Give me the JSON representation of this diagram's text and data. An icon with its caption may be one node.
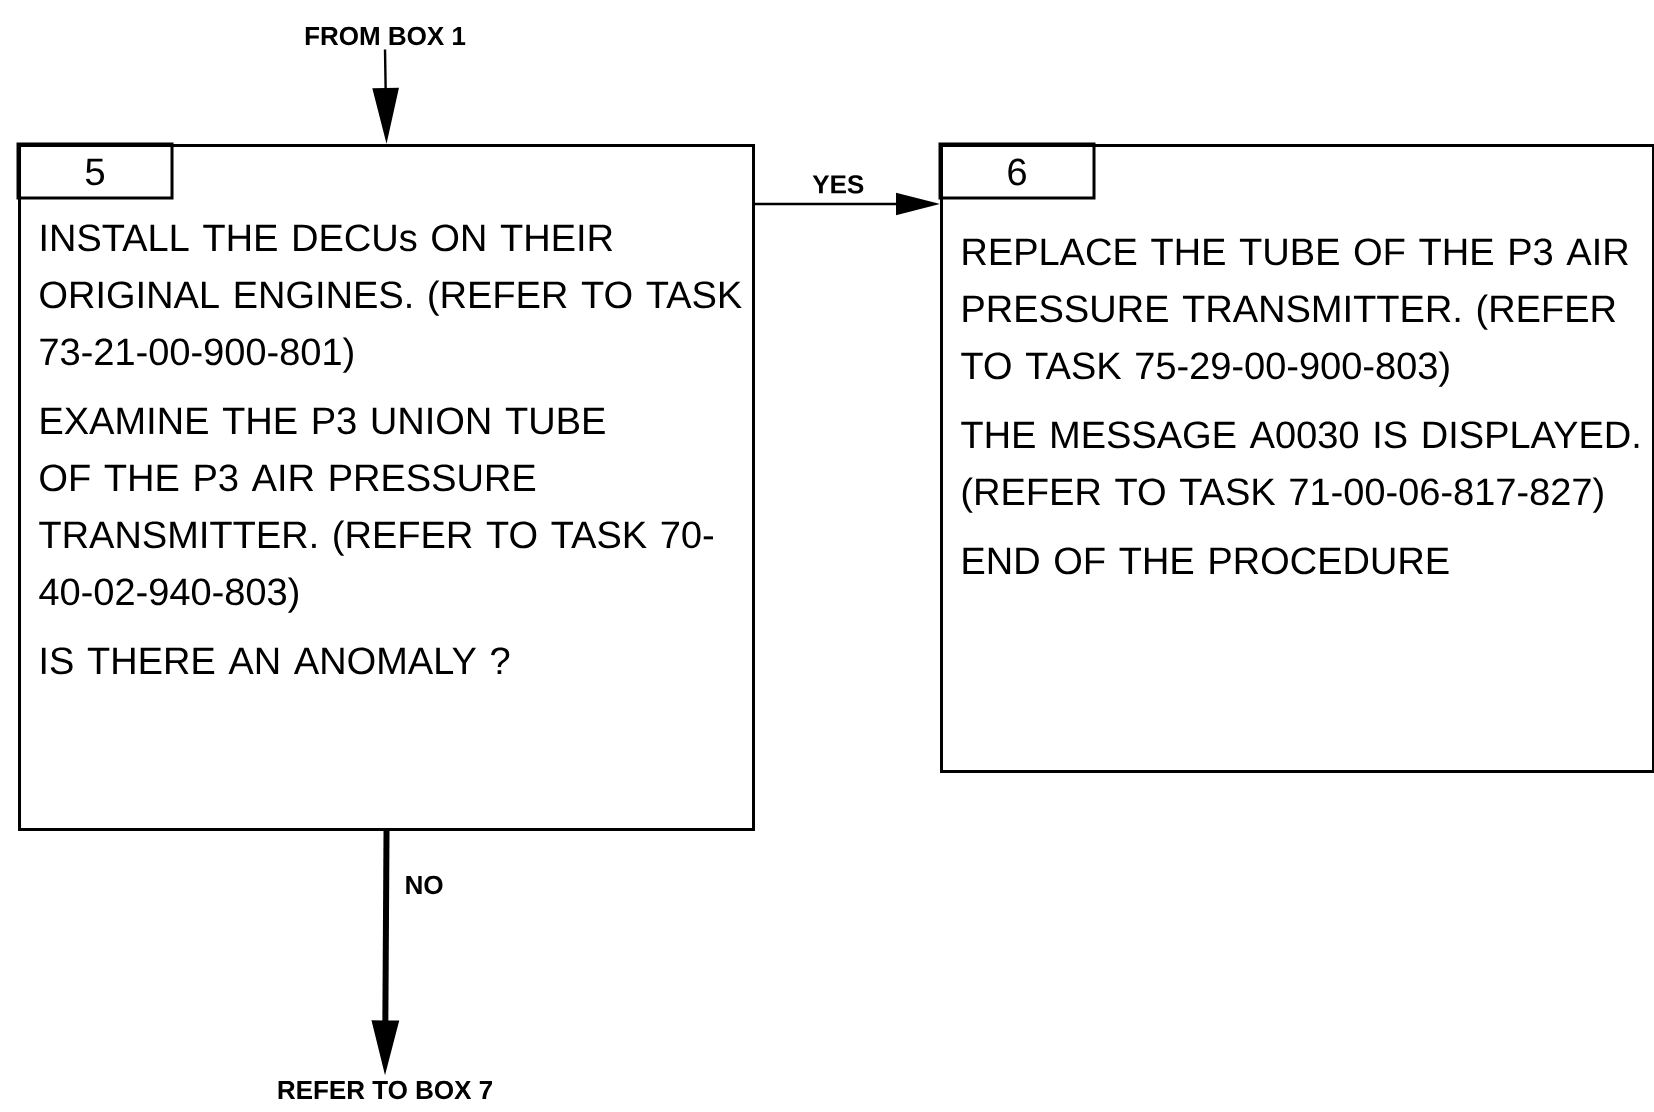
{
  "diagram": {
    "nodes": [
      {
        "text": [
          "FROM BOX 1"
        ]
      },
      {
        "text": [
          "5",
          "INSTALL THE DECUs ON THEIR ORIGINAL ENGINES. (REFER TO TASK 73-21-00-900-801)",
          "EXAMINE THE P3 UNION TUBE OF THE P3 AIR PRESSURE TRANSMITTER. (REFER TO TASK 70-40-02-940-803)",
          "IS THERE AN ANOMALY ?"
        ]
      },
      {
        "text": [
          "6",
          "REPLACE THE TUBE OF THE P3 AIR PRESSURE TRANSMITTER. (REFER TO TASK 75-29-00-900-803)",
          "THE MESSAGE A0030 IS DISPLAYED. (REFER TO TASK 71-00-06-817-827)",
          "END OF THE PROCEDURE"
        ]
      },
      {
        "text": [
          "REFER TO BOX 7"
        ]
      }
    ],
    "edges": [
      {
        "from": 0,
        "to": 1,
        "arrow": "to"
      },
      {
        "from": 1,
        "to": 2,
        "arrow": "to",
        "label": "YES"
      },
      {
        "from": 1,
        "to": 3,
        "arrow": "to",
        "label": "NO",
        "style": "thick"
      }
    ]
  }
}
